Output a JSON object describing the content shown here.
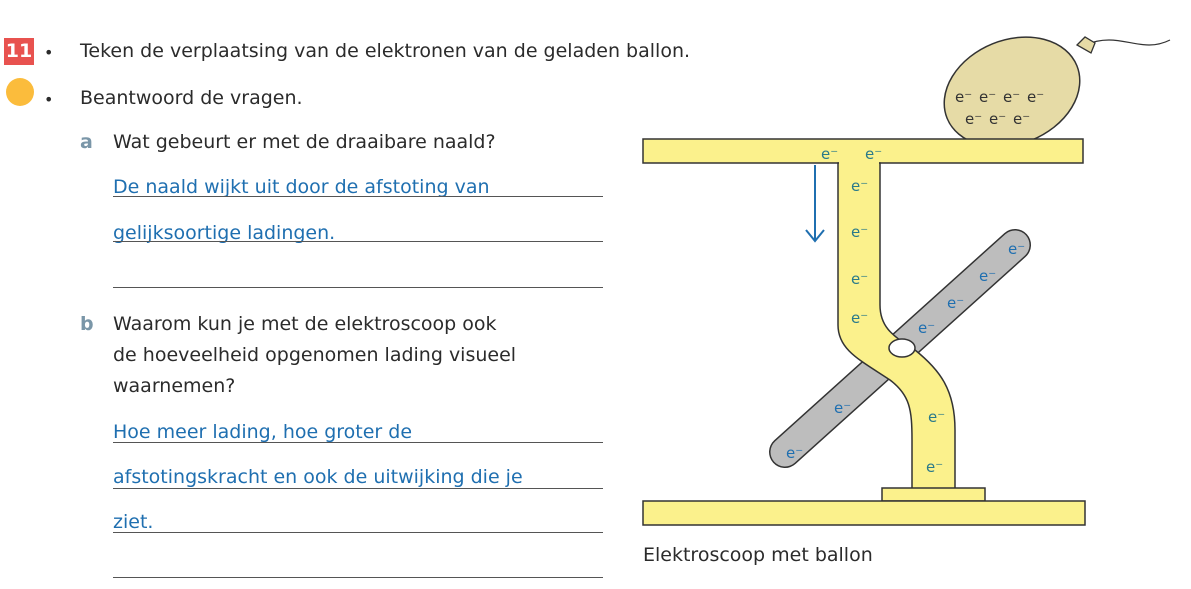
{
  "exercise": {
    "number": "11",
    "instructions": [
      "Teken de verplaatsing van de elektronen van de geladen ballon.",
      "Beantwoord de vragen."
    ],
    "bullet": "•",
    "questions": [
      {
        "letter": "a",
        "text": [
          "Wat gebeurt er met de draaibare naald?"
        ],
        "answer_lines": [
          "De naald wijkt uit door de afstoting van",
          "gelijksoortige ladingen.",
          ""
        ]
      },
      {
        "letter": "b",
        "text": [
          "Waarom kun je met de elektroscoop ook",
          "de hoeveelheid opgenomen lading visueel",
          "waarnemen?"
        ],
        "answer_lines": [
          "Hoe meer lading, hoe groter de",
          "afstotingskracht en ook de uitwijking die je",
          "ziet.",
          ""
        ]
      }
    ]
  },
  "figure": {
    "caption": "Elektroscoop met ballon",
    "electron": "e⁻",
    "colors": {
      "metal": "#fbf18c",
      "needle": "#bdbdbd",
      "balloon": "#e6dba6",
      "answer": "#1f6fb0"
    }
  }
}
